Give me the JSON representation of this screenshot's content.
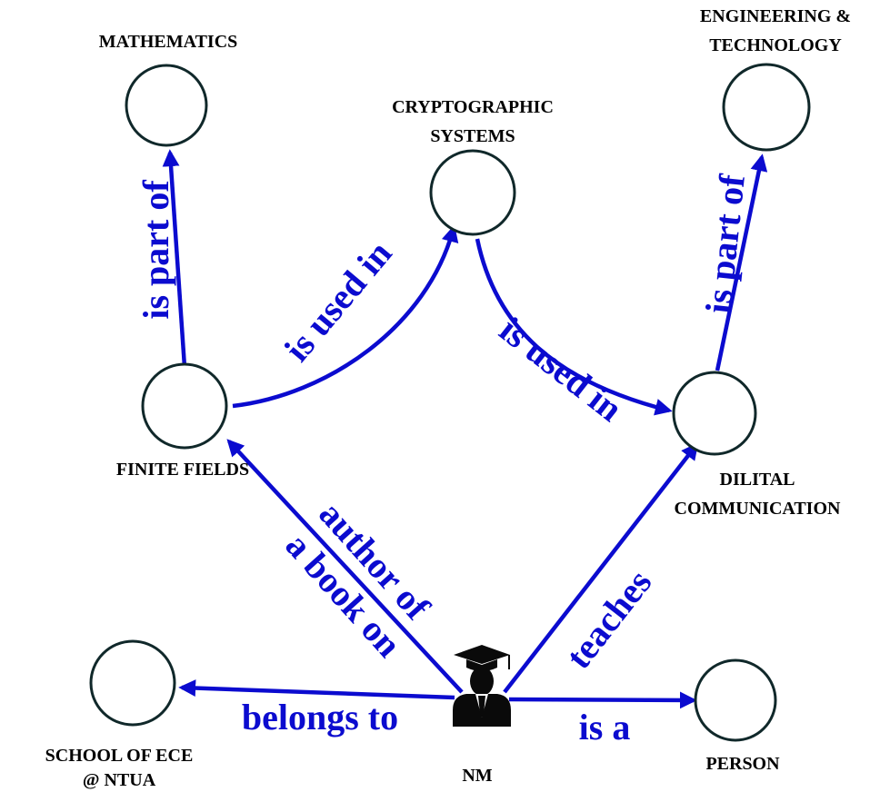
{
  "colors": {
    "edge": "#0b0bcf",
    "node_stroke": "#10282a",
    "label": "#000000",
    "person_icon": "#0a0a0a"
  },
  "nodes": {
    "mathematics": {
      "label": "MATHEMATICS"
    },
    "engineering": {
      "label_line1": "ENGINEERING &",
      "label_line2": "TECHNOLOGY"
    },
    "crypto": {
      "label_line1": "CRYPTOGRAPHIC",
      "label_line2": "SYSTEMS"
    },
    "finite_fields": {
      "label": "FINITE FIELDS"
    },
    "digital_comm": {
      "label_line1": "DILITAL",
      "label_line2": "COMMUNICATION"
    },
    "school": {
      "label_line1": "SCHOOL OF ECE",
      "label_line2": "@ NTUA"
    },
    "person": {
      "label": "PERSON"
    },
    "nm": {
      "label": "NM",
      "icon": "graduate-icon"
    }
  },
  "edges": {
    "ff_math": "is part of",
    "dc_eng": "is part of",
    "ff_crypto": "is used in",
    "crypto_dc": "is used in",
    "nm_ff_line1": "author of",
    "nm_ff_line2": "a book on",
    "nm_dc": "teaches",
    "nm_school": "belongs to",
    "nm_person": "is a"
  }
}
